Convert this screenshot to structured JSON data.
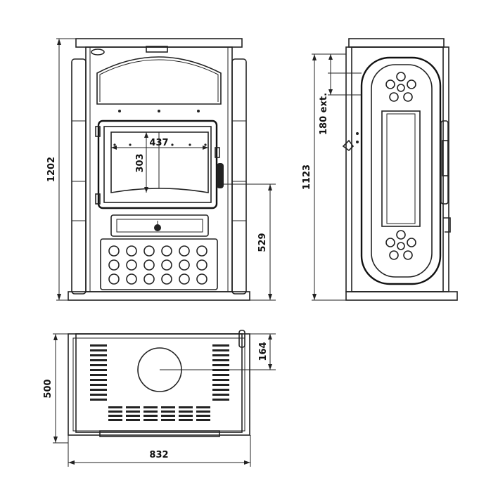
{
  "dimensions": {
    "overall_height": "1202",
    "door_width": "437",
    "door_height": "303",
    "door_handle_height": "529",
    "side_height": "1123",
    "flue_label": "180 ext.",
    "depth": "500",
    "flue_offset": "164",
    "overall_width": "832"
  },
  "colors": {
    "line": "#222222",
    "background": "#ffffff"
  }
}
